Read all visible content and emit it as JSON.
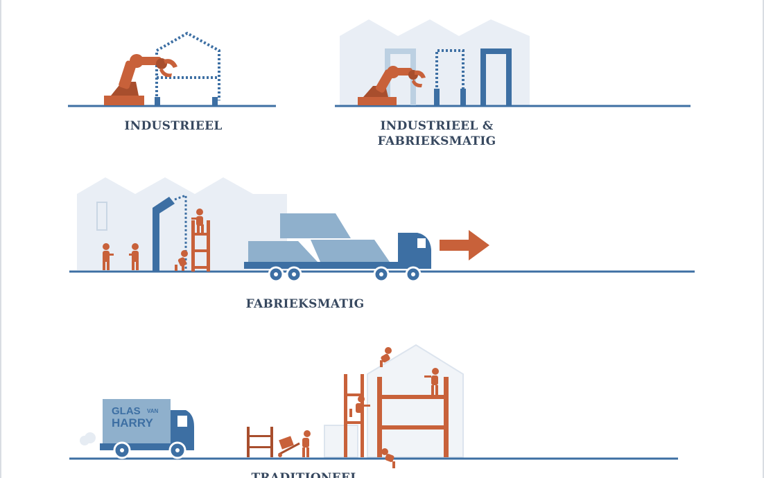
{
  "sections": {
    "industrieel": {
      "label": "INDUSTRIEEL"
    },
    "industrieel_fabrieksmatig": {
      "label_line1": "INDUSTRIEEL &",
      "label_line2": "FABRIEKSMATIG"
    },
    "fabrieksmatig": {
      "label": "FABRIEKSMATIG"
    },
    "traditioneel": {
      "label": "TRADITIONEEL",
      "truck_text_1": "GLAS",
      "truck_text_2": "VAN",
      "truck_text_3": "HARRY"
    }
  },
  "colors": {
    "blue": "#3d6fa3",
    "light_blue": "#e8eef5",
    "mid_blue": "#8fb0cc",
    "orange": "#c8613a",
    "dark_orange": "#a84e2d",
    "text": "#37485f"
  }
}
